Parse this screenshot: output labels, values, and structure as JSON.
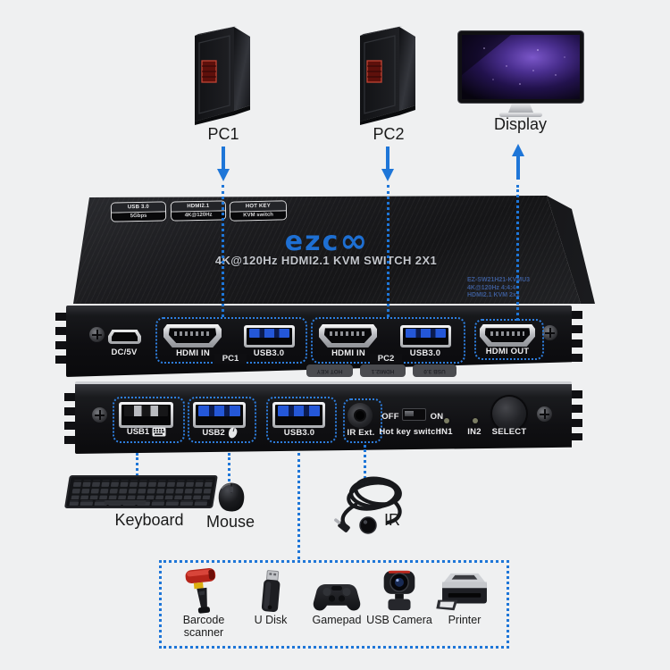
{
  "page": {
    "background": "#eff0f1",
    "accent_blue": "#1e76d8"
  },
  "sources": {
    "pc1": "PC1",
    "pc2": "PC2",
    "display": "Display"
  },
  "kvm": {
    "brand": "ezcoo",
    "brand_prefix": "ezc",
    "brand_oo_glyph": "∞",
    "brand_color": "#1e6fd2",
    "title": "4K@120Hz HDMI2.1 KVM SWITCH 2X1",
    "model_lines": [
      "EZ-SW21H21-KVMU3",
      "4K@120Hz 4:4:4",
      "HDMI2.1 KVM 2x1"
    ],
    "top_badges": [
      {
        "line1": "USB 3.0",
        "line2": "5Gbps"
      },
      {
        "line1": "HDMI2.1",
        "line2": "4K@120Hz"
      },
      {
        "line1": "HOT KEY",
        "line2": "KVM switch"
      }
    ],
    "front": {
      "power_label": "DC/5V",
      "group1": {
        "label": "PC1",
        "hdmi": "HDMI IN",
        "usb": "USB3.0"
      },
      "group2": {
        "label": "PC2",
        "hdmi": "HDMI IN",
        "usb": "USB3.0"
      },
      "output": {
        "hdmi": "HDMI OUT"
      }
    },
    "back": {
      "usb1": "USB1",
      "usb2": "USB2",
      "usb3": "USB3.0",
      "ir": "IR Ext.",
      "switch_off": "OFF",
      "switch_on": "ON",
      "switch_label": "Hot key switch",
      "in1": "IN1",
      "in2": "IN2",
      "select": "SELECT"
    },
    "icons": {
      "usb1": "keyboard-icon",
      "usb2": "mouse-icon"
    }
  },
  "peripherals": {
    "keyboard": "Keyboard",
    "mouse": "Mouse",
    "ir": "IR"
  },
  "accessories": [
    "Barcode scanner",
    "U Disk",
    "Gamepad",
    "USB Camera",
    "Printer"
  ]
}
